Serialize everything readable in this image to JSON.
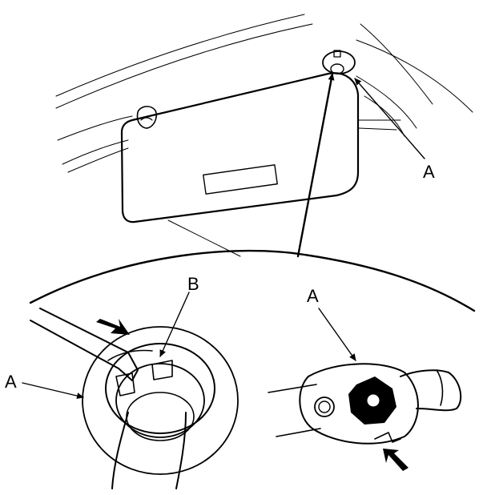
{
  "callouts": {
    "a_top": "A",
    "a_left": "A",
    "a_mid": "A",
    "b": "B"
  },
  "colors": {
    "ink": "#000000",
    "paper": "#ffffff"
  }
}
